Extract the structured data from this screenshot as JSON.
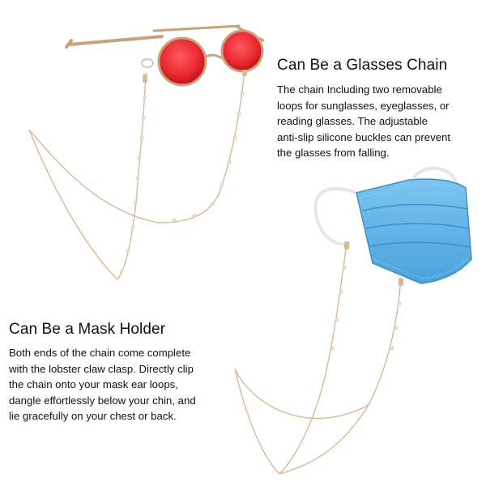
{
  "glasses_section": {
    "heading": "Can Be a Glasses Chain",
    "lines": [
      "The chain Including two removable",
      "loops for sunglasses, eyeglasses, or",
      "reading glasses. The adjustable",
      "anti-slip silicone buckles can prevent",
      "the glasses from falling."
    ]
  },
  "mask_section": {
    "heading": "Can Be a Mask Holder",
    "lines": [
      "Both ends of the chain come complete",
      "with the lobster claw clasp. Directly clip",
      "the chain onto your mask ear loops,",
      "dangle effortlessly below your chin, and",
      "lie gracefully on your chest or back."
    ]
  },
  "colors": {
    "background": "#ffffff",
    "lens": "#e8262e",
    "frame": "#c9a27a",
    "chain": "#d9b896",
    "mask": "#5fb3e6",
    "text": "#111111"
  },
  "icons": [
    "sunglasses-illustration",
    "face-mask-illustration",
    "chain-illustration"
  ]
}
